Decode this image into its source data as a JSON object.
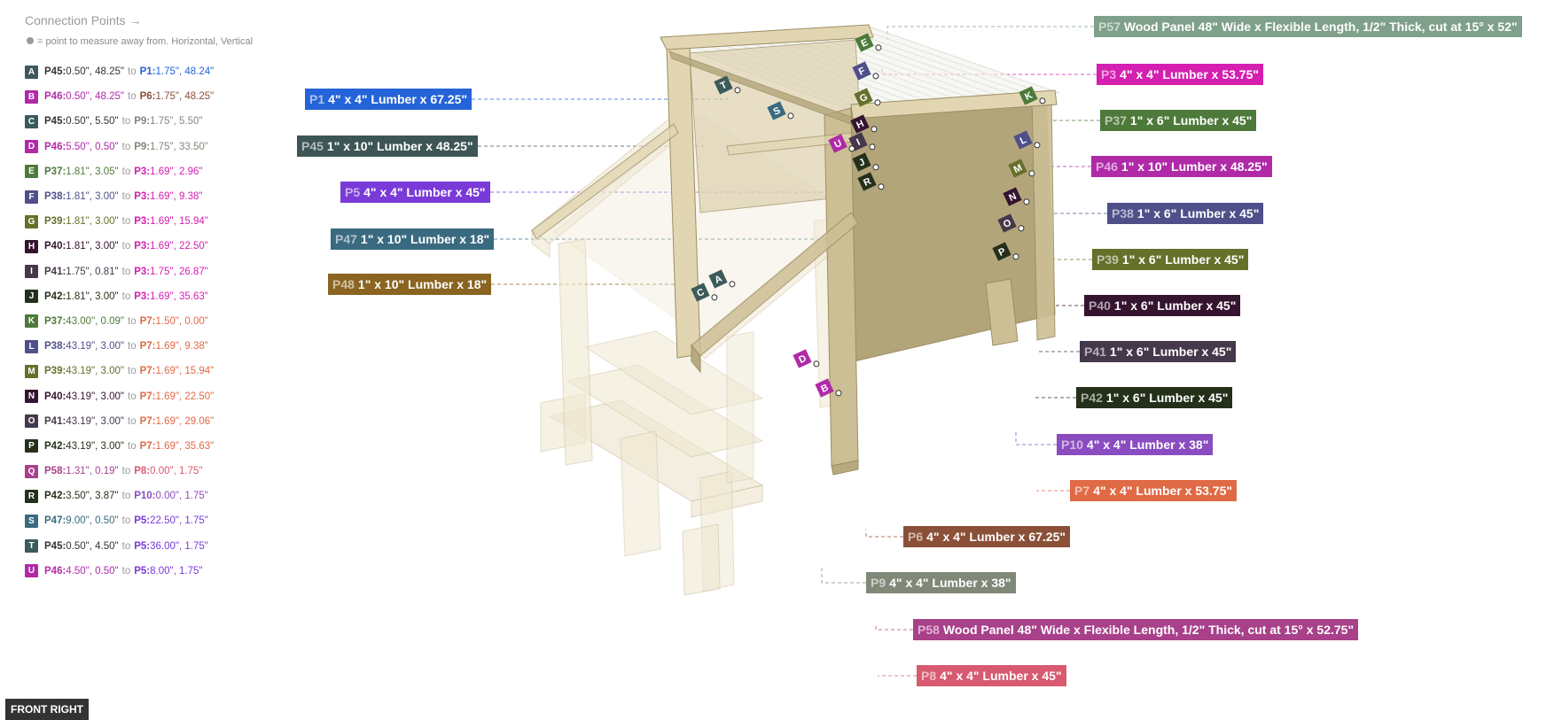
{
  "legend": {
    "title": "Connection Points →",
    "hint": "= point to measure away from. Horizontal, Vertical",
    "to_word": "to",
    "connections": [
      {
        "id": "A",
        "color": "#3d5a5a",
        "from_part": "P45:",
        "from_value": "0.50\", 48.25\"",
        "from_color": "#333333",
        "to_part": "P1:",
        "to_value": "1.75\", 48.24\"",
        "to_color": "#2563d8"
      },
      {
        "id": "B",
        "color": "#b02aa8",
        "from_part": "P46:",
        "from_value": "0.50\", 48.25\"",
        "from_color": "#b02aa8",
        "to_part": "P6:",
        "to_value": "1.75\", 48.25\"",
        "to_color": "#8a5038"
      },
      {
        "id": "C",
        "color": "#3d5a5a",
        "from_part": "P45:",
        "from_value": "0.50\", 5.50\"",
        "from_color": "#333333",
        "to_part": "P9:",
        "to_value": "1.75\", 5.50\"",
        "to_color": "#808878"
      },
      {
        "id": "D",
        "color": "#b02aa8",
        "from_part": "P46:",
        "from_value": "5.50\", 0.50\"",
        "from_color": "#b02aa8",
        "to_part": "P9:",
        "to_value": "1.75\", 33.50\"",
        "to_color": "#808878"
      },
      {
        "id": "E",
        "color": "#4d7a3a",
        "from_part": "P37:",
        "from_value": "1.81\", 3.05\"",
        "from_color": "#4d7a3a",
        "to_part": "P3:",
        "to_value": "1.69\", 2.96\"",
        "to_color": "#d41fb0"
      },
      {
        "id": "F",
        "color": "#4f4f8a",
        "from_part": "P38:",
        "from_value": "1.81\", 3.00\"",
        "from_color": "#4f4f8a",
        "to_part": "P3:",
        "to_value": "1.69\", 9.38\"",
        "to_color": "#d41fb0"
      },
      {
        "id": "G",
        "color": "#65702a",
        "from_part": "P39:",
        "from_value": "1.81\", 3.00\"",
        "from_color": "#65702a",
        "to_part": "P3:",
        "to_value": "1.69\", 15.94\"",
        "to_color": "#d41fb0"
      },
      {
        "id": "H",
        "color": "#35142f",
        "from_part": "P40:",
        "from_value": "1.81\", 3.00\"",
        "from_color": "#35142f",
        "to_part": "P3:",
        "to_value": "1.69\", 22.50\"",
        "to_color": "#d41fb0"
      },
      {
        "id": "I",
        "color": "#45384a",
        "from_part": "P41:",
        "from_value": "1.75\", 0.81\"",
        "from_color": "#45384a",
        "to_part": "P3:",
        "to_value": "1.75\", 26.87\"",
        "to_color": "#d41fb0"
      },
      {
        "id": "J",
        "color": "#25301a",
        "from_part": "P42:",
        "from_value": "1.81\", 3.00\"",
        "from_color": "#25301a",
        "to_part": "P3:",
        "to_value": "1.69\", 35.63\"",
        "to_color": "#d41fb0"
      },
      {
        "id": "K",
        "color": "#4d7a3a",
        "from_part": "P37:",
        "from_value": "43.00\", 0.09\"",
        "from_color": "#4d7a3a",
        "to_part": "P7:",
        "to_value": "1.50\", 0.00\"",
        "to_color": "#e06a45"
      },
      {
        "id": "L",
        "color": "#4f4f8a",
        "from_part": "P38:",
        "from_value": "43.19\", 3.00\"",
        "from_color": "#4f4f8a",
        "to_part": "P7:",
        "to_value": "1.69\", 9.38\"",
        "to_color": "#e06a45"
      },
      {
        "id": "M",
        "color": "#65702a",
        "from_part": "P39:",
        "from_value": "43.19\", 3.00\"",
        "from_color": "#65702a",
        "to_part": "P7:",
        "to_value": "1.69\", 15.94\"",
        "to_color": "#e06a45"
      },
      {
        "id": "N",
        "color": "#35142f",
        "from_part": "P40:",
        "from_value": "43.19\", 3.00\"",
        "from_color": "#35142f",
        "to_part": "P7:",
        "to_value": "1.69\", 22.50\"",
        "to_color": "#e06a45"
      },
      {
        "id": "O",
        "color": "#45384a",
        "from_part": "P41:",
        "from_value": "43.19\", 3.00\"",
        "from_color": "#45384a",
        "to_part": "P7:",
        "to_value": "1.69\", 29.06\"",
        "to_color": "#e06a45"
      },
      {
        "id": "P",
        "color": "#25301a",
        "from_part": "P42:",
        "from_value": "43.19\", 3.00\"",
        "from_color": "#25301a",
        "to_part": "P7:",
        "to_value": "1.69\", 35.63\"",
        "to_color": "#e06a45"
      },
      {
        "id": "Q",
        "color": "#a8408a",
        "from_part": "P58:",
        "from_value": "1.31\", 0.19\"",
        "from_color": "#a8408a",
        "to_part": "P8:",
        "to_value": "0.00\", 1.75\"",
        "to_color": "#d85a70"
      },
      {
        "id": "R",
        "color": "#25301a",
        "from_part": "P42:",
        "from_value": "3.50\", 3.87\"",
        "from_color": "#25301a",
        "to_part": "P10:",
        "to_value": "0.00\", 1.75\"",
        "to_color": "#8a4cc0"
      },
      {
        "id": "S",
        "color": "#3a6a80",
        "from_part": "P47:",
        "from_value": "9.00\", 0.50\"",
        "from_color": "#3a6a80",
        "to_part": "P5:",
        "to_value": "22.50\", 1.75\"",
        "to_color": "#7a3ad8"
      },
      {
        "id": "T",
        "color": "#3d5a5a",
        "from_part": "P45:",
        "from_value": "0.50\", 4.50\"",
        "from_color": "#333333",
        "to_part": "P5:",
        "to_value": "36.00\", 1.75\"",
        "to_color": "#7a3ad8"
      },
      {
        "id": "U",
        "color": "#b02aa8",
        "from_part": "P46:",
        "from_value": "4.50\", 0.50\"",
        "from_color": "#b02aa8",
        "to_part": "P5:",
        "to_value": "8.00\", 1.75\"",
        "to_color": "#7a3ad8"
      }
    ]
  },
  "parts": [
    {
      "pid": "P57",
      "desc": "Wood Panel 48\" Wide x Flexible Length, 1/2\" Thick, cut at 15° x 52\"",
      "color": "#7fa08a"
    },
    {
      "pid": "P3",
      "desc": "4\" x 4\" Lumber x 53.75\"",
      "color": "#d41fb0"
    },
    {
      "pid": "P1",
      "desc": "4\" x 4\" Lumber x 67.25\"",
      "color": "#2563d8"
    },
    {
      "pid": "P37",
      "desc": "1\" x 6\" Lumber x 45\"",
      "color": "#4d7a3a"
    },
    {
      "pid": "P45",
      "desc": "1\" x 10\" Lumber  x 48.25\"",
      "color": "#3d5555"
    },
    {
      "pid": "P46",
      "desc": "1\" x 10\" Lumber  x 48.25\"",
      "color": "#b02aa8"
    },
    {
      "pid": "P5",
      "desc": "4\" x 4\" Lumber x 45\"",
      "color": "#7a3ad8"
    },
    {
      "pid": "P38",
      "desc": "1\" x 6\" Lumber x 45\"",
      "color": "#4f4f8a"
    },
    {
      "pid": "P47",
      "desc": "1\" x 10\" Lumber  x 18\"",
      "color": "#3a6a80"
    },
    {
      "pid": "P39",
      "desc": "1\" x 6\" Lumber x 45\"",
      "color": "#65702a"
    },
    {
      "pid": "P48",
      "desc": "1\" x 10\" Lumber  x 18\"",
      "color": "#8a6420"
    },
    {
      "pid": "P40",
      "desc": "1\" x 6\" Lumber x 45\"",
      "color": "#35142f"
    },
    {
      "pid": "P41",
      "desc": "1\" x 6\" Lumber x 45\"",
      "color": "#45384a"
    },
    {
      "pid": "P42",
      "desc": "1\" x 6\" Lumber x 45\"",
      "color": "#25301a"
    },
    {
      "pid": "P10",
      "desc": "4\" x 4\" Lumber x 38\"",
      "color": "#8a4cc0"
    },
    {
      "pid": "P7",
      "desc": "4\" x 4\" Lumber x 53.75\"",
      "color": "#e06a45"
    },
    {
      "pid": "P6",
      "desc": "4\" x 4\" Lumber x 67.25\"",
      "color": "#8a5038"
    },
    {
      "pid": "P9",
      "desc": "4\" x 4\" Lumber x 38\"",
      "color": "#808878"
    },
    {
      "pid": "P58",
      "desc": "Wood Panel 48\" Wide x Flexible Length, 1/2\" Thick, cut at 15° x 52.75\"",
      "color": "#a8408a"
    },
    {
      "pid": "P8",
      "desc": "4\" x 4\" Lumber x 45\"",
      "color": "#d85a70"
    }
  ],
  "markers": [
    "A",
    "B",
    "C",
    "D",
    "E",
    "F",
    "G",
    "H",
    "I",
    "J",
    "K",
    "L",
    "M",
    "N",
    "O",
    "P",
    "Q",
    "R",
    "S",
    "T",
    "U"
  ],
  "view_label": "FRONT RIGHT"
}
